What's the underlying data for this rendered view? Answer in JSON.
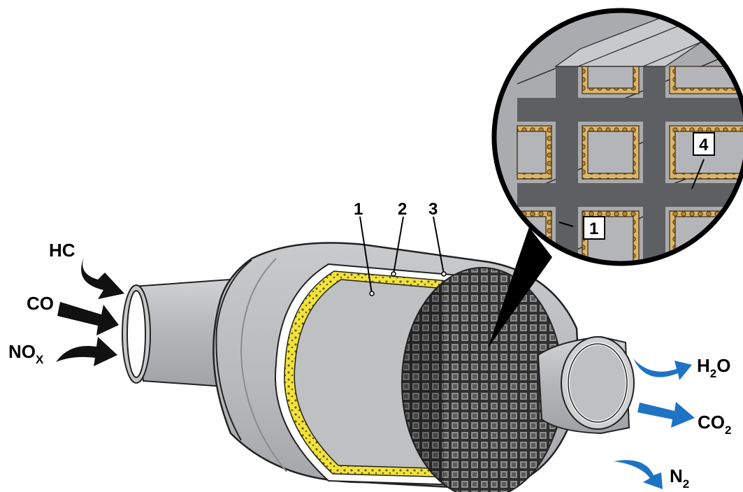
{
  "inputs": {
    "hc": "HC",
    "co": "CO",
    "nox": {
      "main": "NO",
      "sub": "X"
    }
  },
  "outputs": {
    "h2o": {
      "a": "H",
      "sub": "2",
      "b": "O"
    },
    "co2": {
      "a": "CO",
      "sub": "2"
    },
    "n2": {
      "a": "N",
      "sub": "2"
    }
  },
  "callouts": {
    "c1": "1",
    "c2": "2",
    "c3": "3",
    "detail_1": "1",
    "detail_4": "4"
  },
  "colors": {
    "body_gray": "#b9bbbe",
    "mat_yellow": "#f2e33a",
    "honeycomb": "#3a3a3a",
    "arrow_black": "#111111",
    "arrow_blue": "#1f73c4",
    "coating": "#c59a5a"
  }
}
